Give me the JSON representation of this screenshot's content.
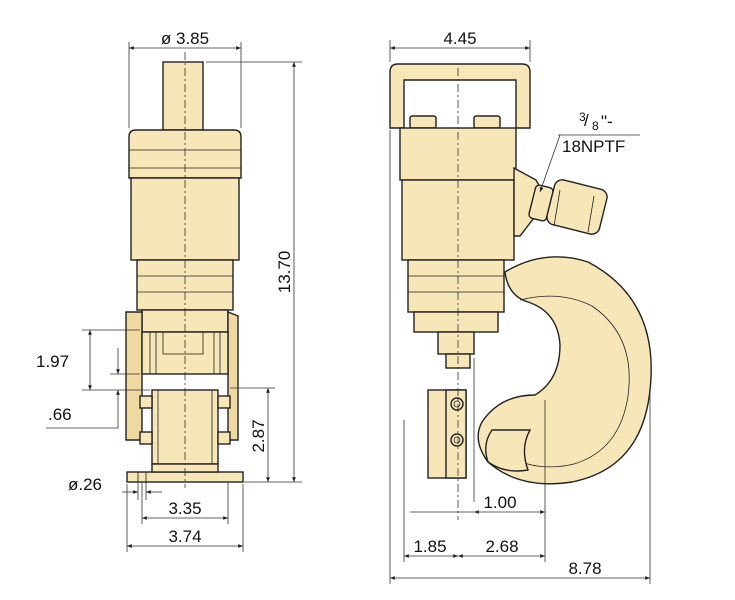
{
  "dimensions": {
    "top_diameter": "ø 3.85",
    "left_height": "13.70",
    "dim_197": "1.97",
    "dim_066": ".66",
    "dim_287": "2.87",
    "hole_diameter": "ø.26",
    "base_335": "3.35",
    "base_374": "3.74",
    "right_width": "4.45",
    "thread_frac_num": "3",
    "thread_frac_den": "8",
    "thread_suffix": "\"-",
    "thread_spec": "18NPTF",
    "dim_100": "1.00",
    "dim_185": "1.85",
    "dim_268": "2.68",
    "dim_878": "8.78"
  },
  "colors": {
    "body": "#f7e6b8",
    "outline": "#222222",
    "dimension": "#333333"
  }
}
